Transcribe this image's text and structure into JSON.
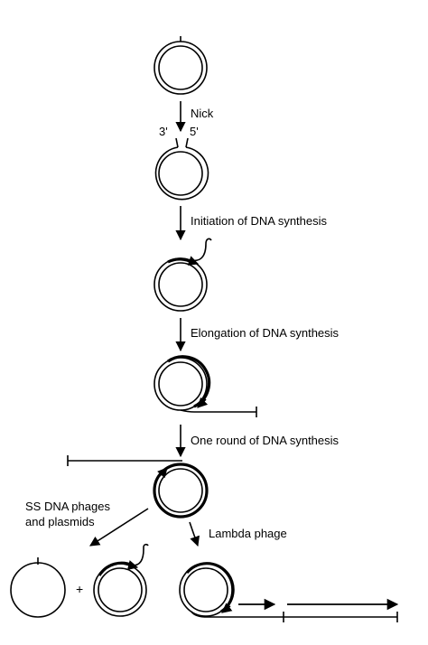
{
  "labels": {
    "nick": "Nick",
    "end_3": "3'",
    "end_5": "5'",
    "initiation": "Initiation of DNA synthesis",
    "elongation": "Elongation of DNA synthesis",
    "one_round": "One round of DNA synthesis",
    "ss_line1": "SS DNA phages",
    "ss_line2": "and plasmids",
    "lambda": "Lambda phage",
    "plus": "+"
  },
  "colors": {
    "ink": "#000000",
    "background": "#ffffff"
  }
}
